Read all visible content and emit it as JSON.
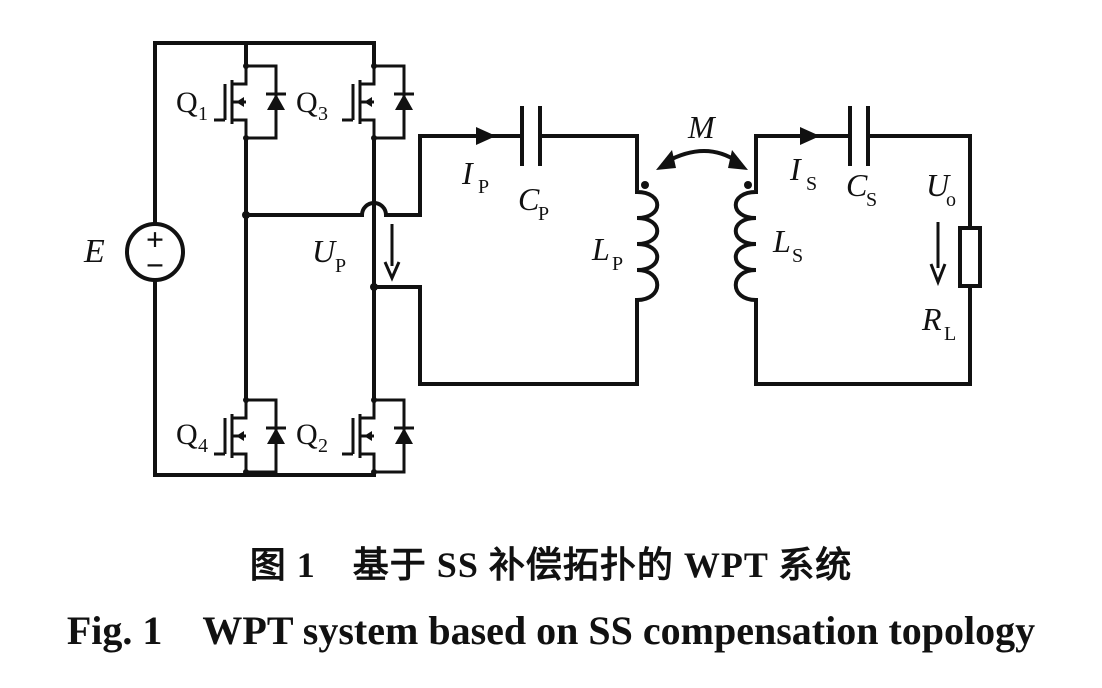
{
  "source": {
    "symbol": "E",
    "plus": "+",
    "minus": "−"
  },
  "switches": [
    {
      "letter": "Q",
      "index": "1"
    },
    {
      "letter": "Q",
      "index": "3"
    },
    {
      "letter": "Q",
      "index": "4"
    },
    {
      "letter": "Q",
      "index": "2"
    }
  ],
  "labels": {
    "up": {
      "main": "U",
      "sub": "P"
    },
    "ip": {
      "main": "I",
      "sub": "P"
    },
    "cp": {
      "main": "C",
      "sub": "P"
    },
    "lp": {
      "main": "L",
      "sub": "P"
    },
    "m": {
      "main": "M"
    },
    "is": {
      "main": "I",
      "sub": "S"
    },
    "cs": {
      "main": "C",
      "sub": "S"
    },
    "ls": {
      "main": "L",
      "sub": "S"
    },
    "uo": {
      "main": "U",
      "sub": "o"
    },
    "rl": {
      "main": "R",
      "sub": "L"
    }
  },
  "caption": {
    "cn": "图 1　基于 SS 补偿拓扑的 WPT 系统",
    "en": "Fig. 1　WPT system based on SS compensation topology"
  }
}
